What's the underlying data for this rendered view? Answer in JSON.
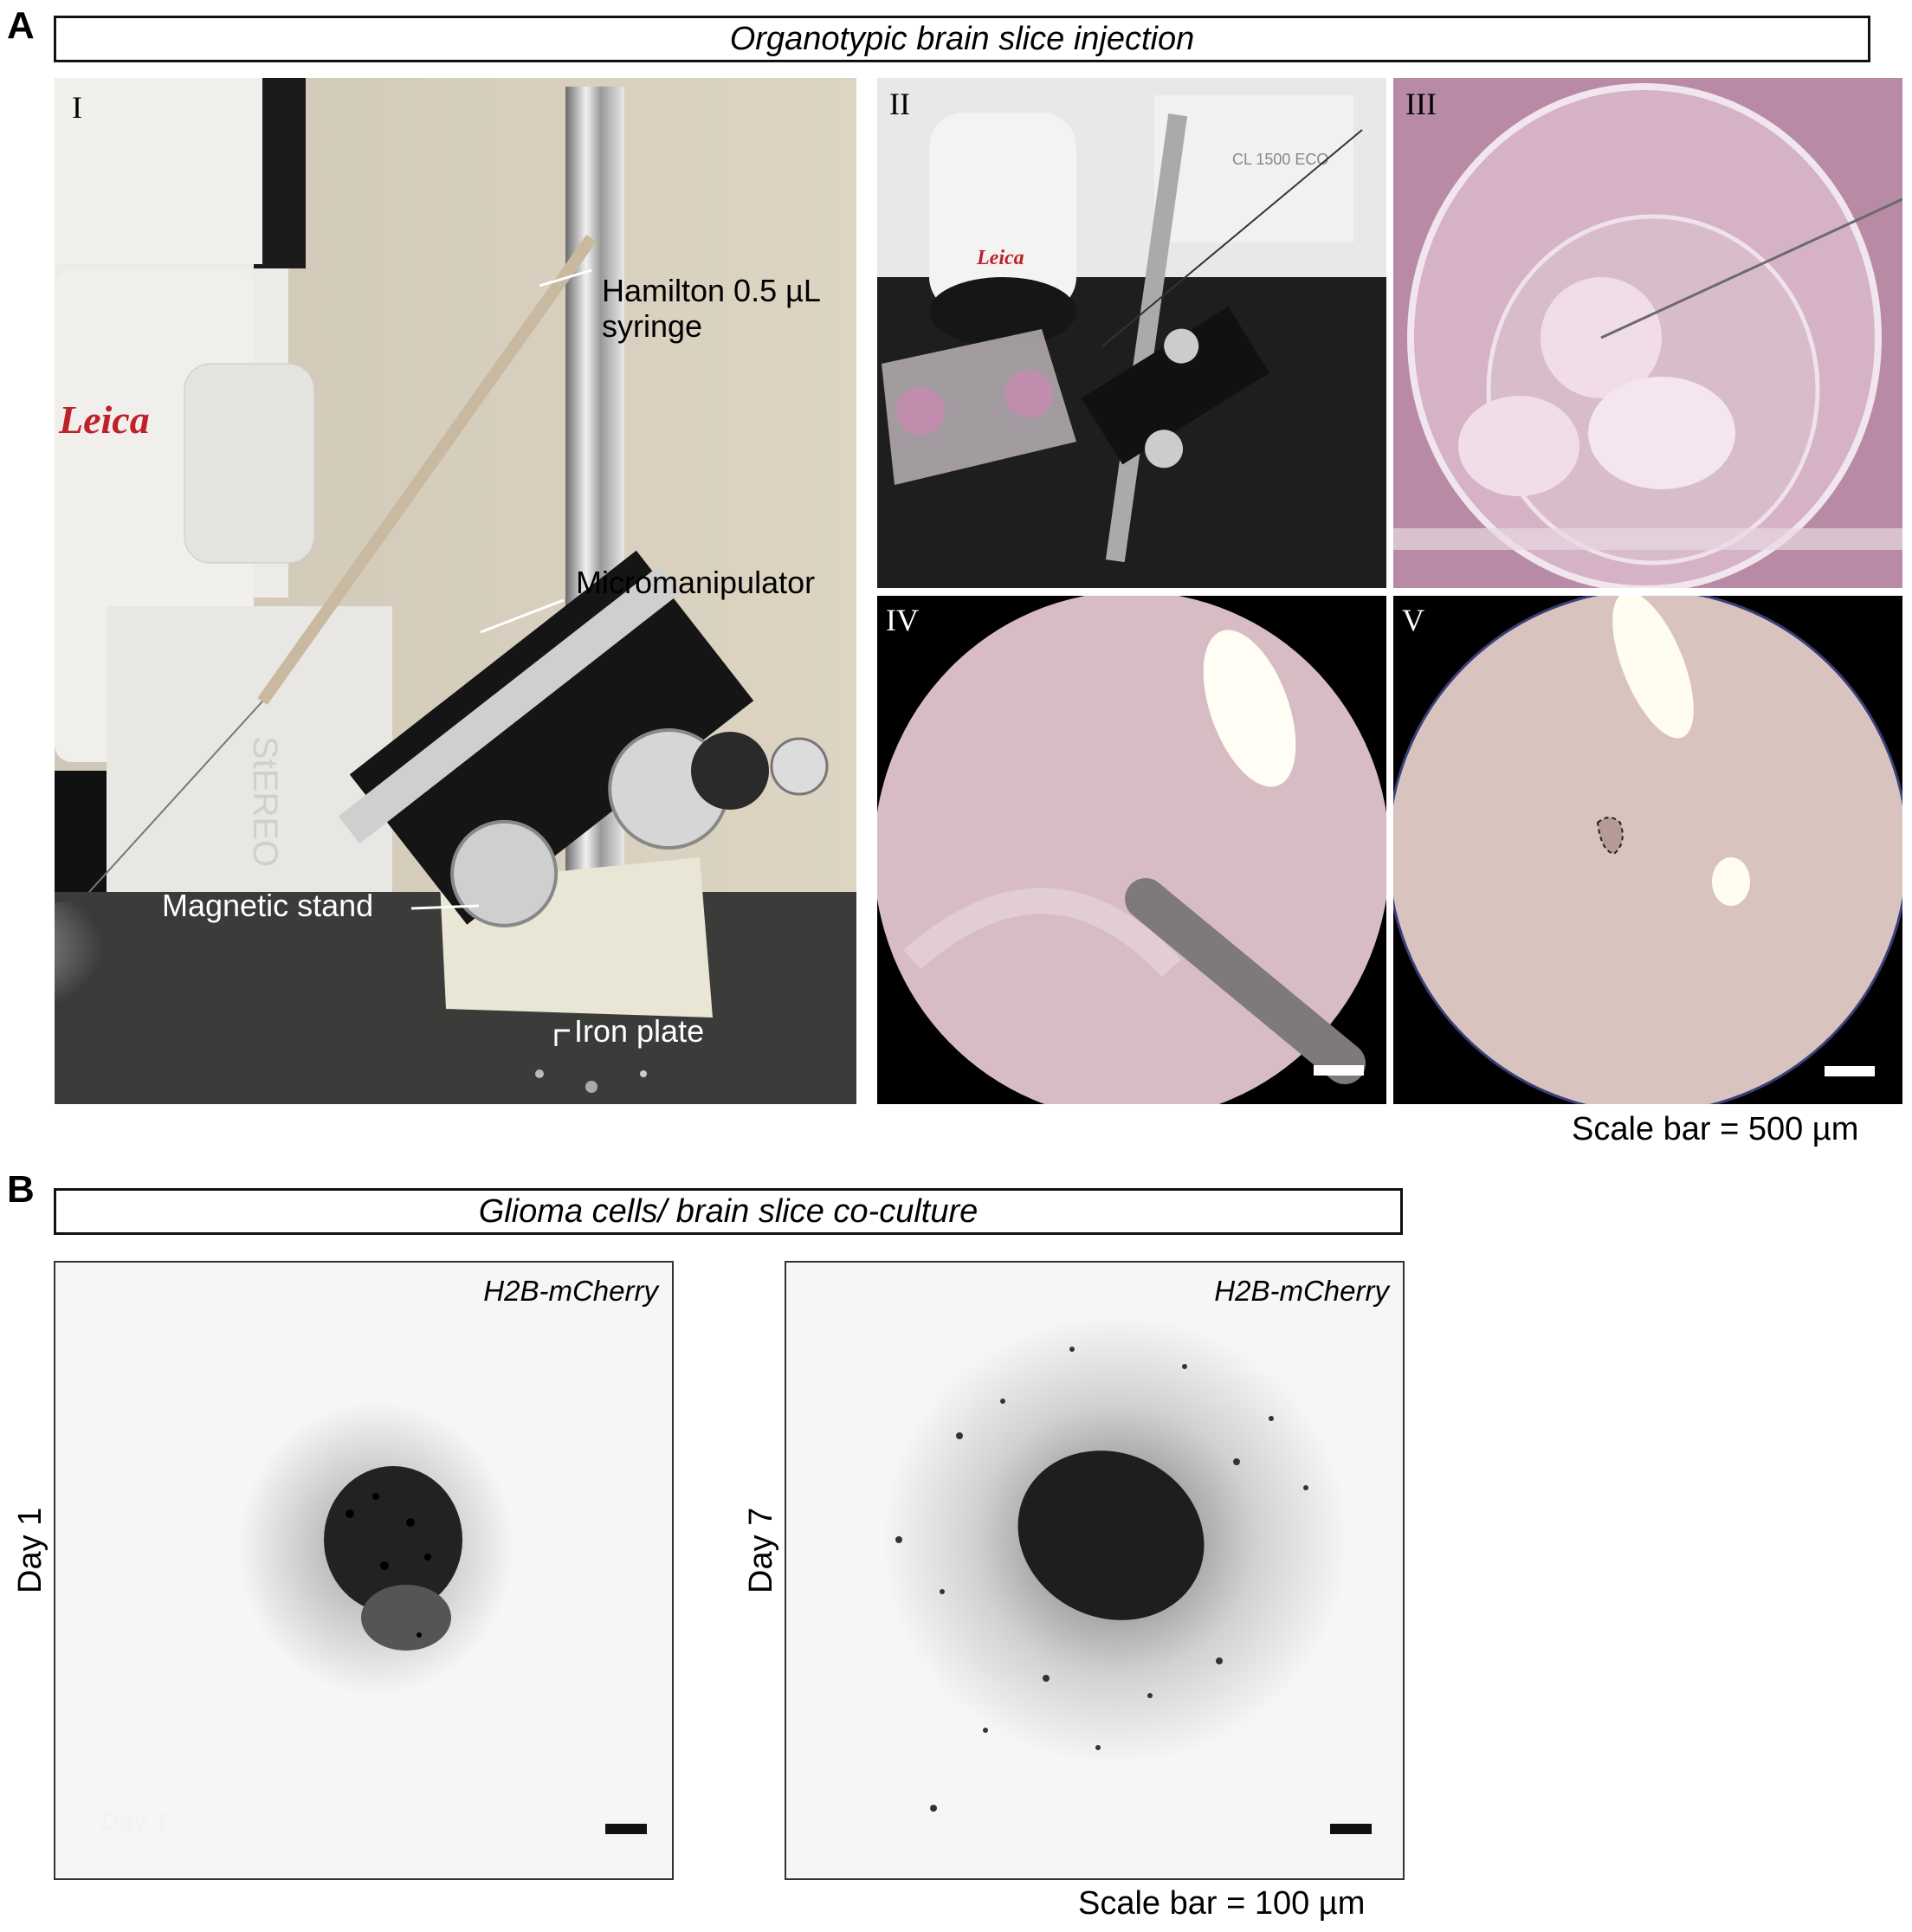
{
  "panel_a": {
    "letter": "A",
    "title": "Organotypic brain slice injection",
    "subpanels": [
      {
        "id": "I",
        "label": "I"
      },
      {
        "id": "II",
        "label": "II"
      },
      {
        "id": "III",
        "label": "III"
      },
      {
        "id": "IV",
        "label": "IV"
      },
      {
        "id": "V",
        "label": "V"
      }
    ],
    "annotations": {
      "syringe_line1": "Hamilton 0.5 µL",
      "syringe_line2": "syringe",
      "micromanipulator": "Micromanipulator",
      "magnetic_stand": "Magnetic stand",
      "iron_plate": "Iron plate"
    },
    "scale_bar_text": "Scale bar = 500 µm"
  },
  "panel_b": {
    "letter": "B",
    "title": "Glioma cells/ brain slice co-culture",
    "images": [
      {
        "row_label": "Day 1",
        "marker": "H2B-mCherry",
        "watermark": "Day 1"
      },
      {
        "row_label": "Day 7",
        "marker": "H2B-mCherry"
      }
    ],
    "scale_bar_text": "Scale bar = 100 µm"
  },
  "colors": {
    "title_border": "#111111",
    "wall": "#d8cfbf",
    "bench": "#3a3a38",
    "microscope_white": "#eeeeec",
    "leica_red": "#c0202a",
    "medium_pink": "#d9b3c6",
    "scope_field": "#d7bcc4",
    "scope_field_v": "#d9c3bf",
    "fluor_dark": "#1a1a1a"
  }
}
